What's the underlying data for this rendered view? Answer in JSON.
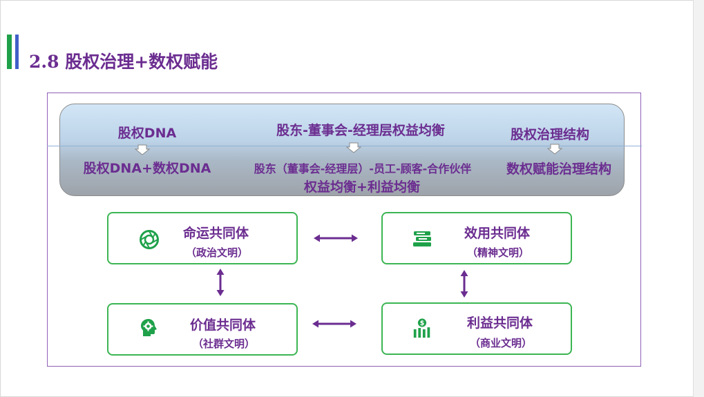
{
  "header": {
    "title": "2.8 股权治理+数权赋能"
  },
  "panel": {
    "col1_top": "股权DNA",
    "col1_bottom": "股权DNA+数权DNA",
    "col2_top": "股东-董事会-经理层权益均衡",
    "col2_bottom_line1": "股东（董事会-经理层）-员工-顾客-合作伙伴",
    "col2_bottom_line2": "权益均衡+利益均衡",
    "col3_top": "股权治理结构",
    "col3_bottom": "数权赋能治理结构"
  },
  "communities": [
    {
      "title": "命运共同体",
      "subtitle": "（政治文明）",
      "icon": "aperture-icon"
    },
    {
      "title": "效用共同体",
      "subtitle": "（精神文明）",
      "icon": "books-icon"
    },
    {
      "title": "价值共同体",
      "subtitle": "（社群文明）",
      "icon": "head-gear-icon"
    },
    {
      "title": "利益共同体",
      "subtitle": "（商业文明）",
      "icon": "money-chart-icon"
    }
  ],
  "colors": {
    "title_purple": "#6b2d90",
    "box_green": "#3bb552",
    "icon_green": "#1fa14a",
    "arrow_purple": "#6b2d90"
  }
}
